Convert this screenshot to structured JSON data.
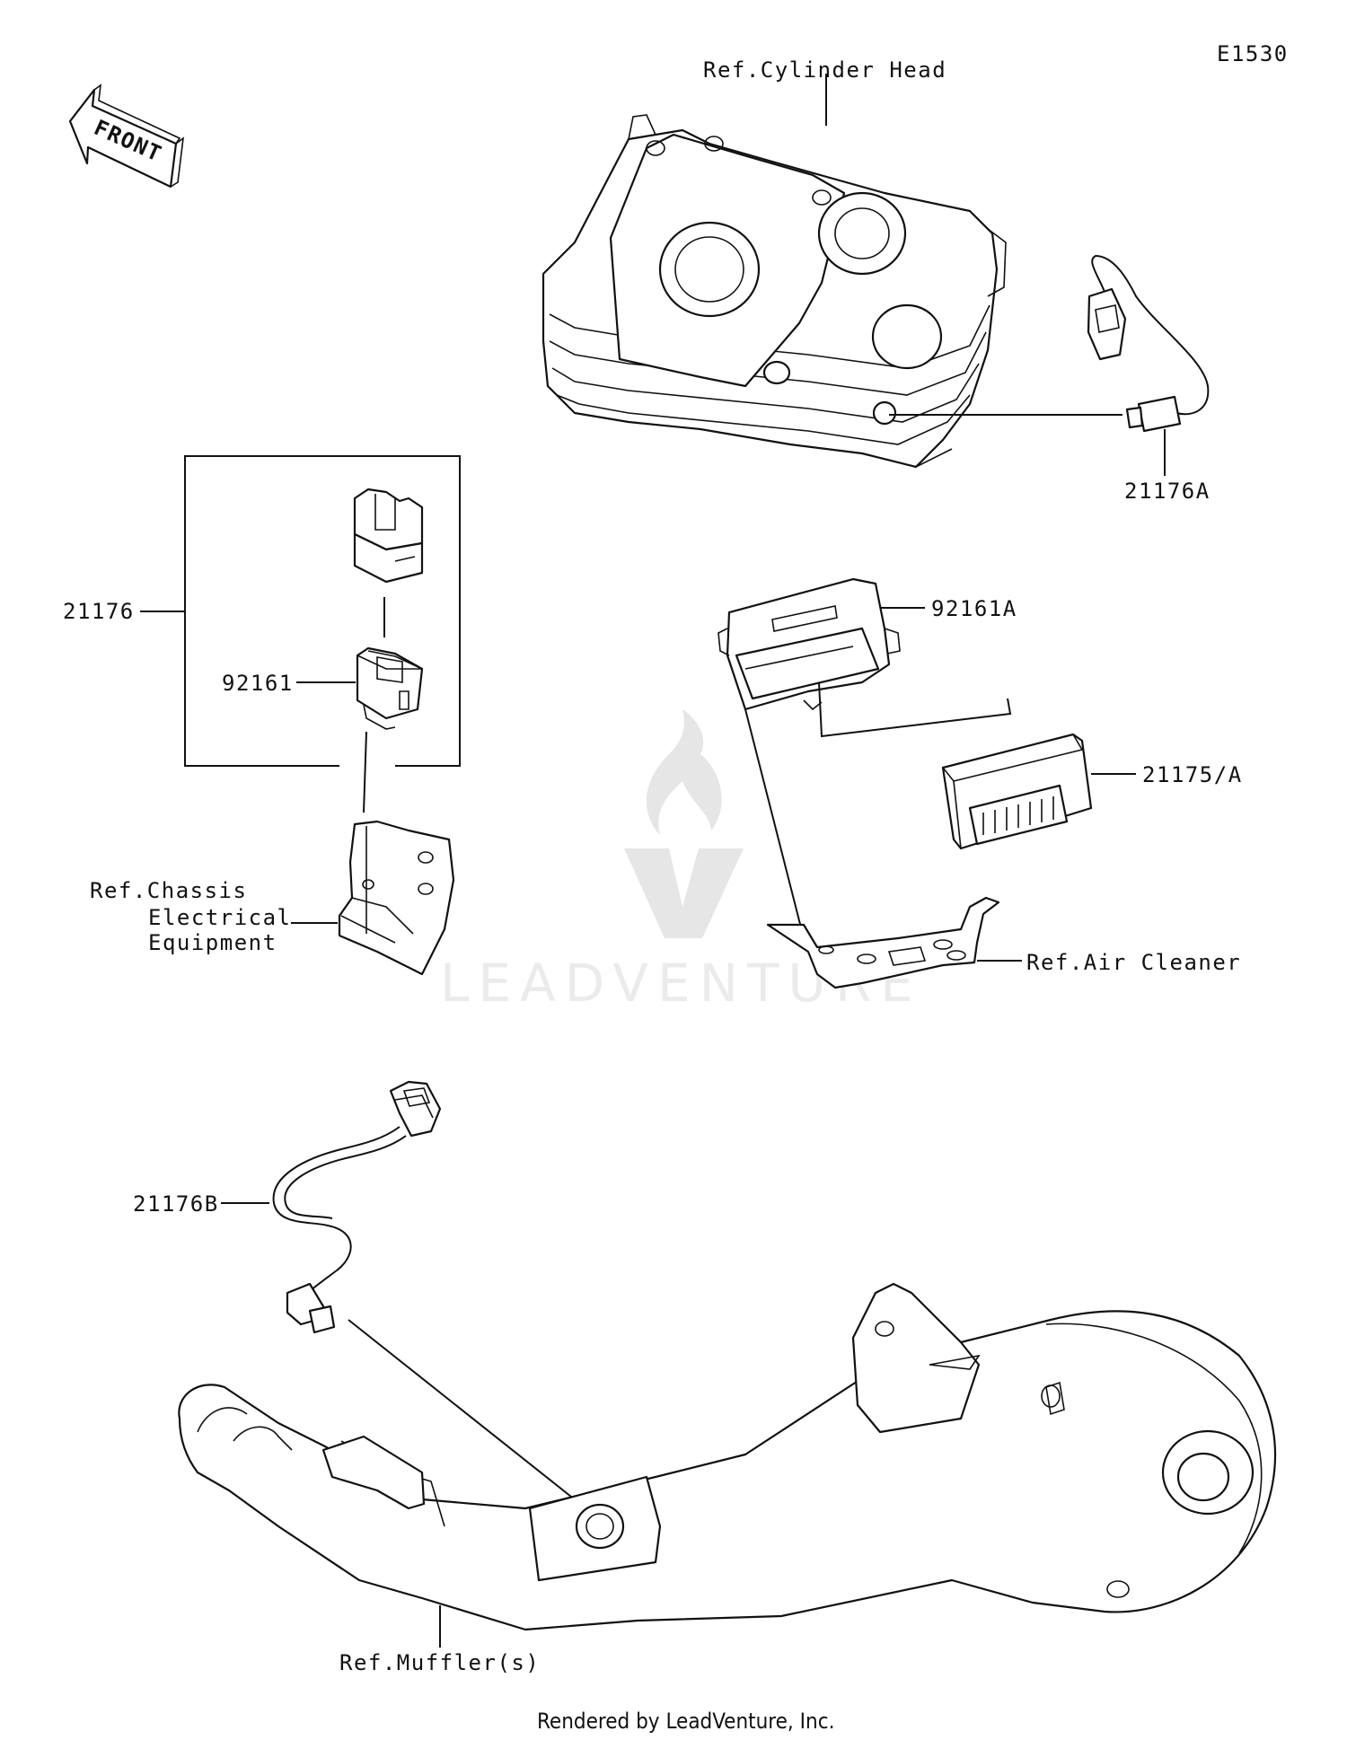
{
  "diagram": {
    "code": "E1530",
    "front_arrow": "FRONT",
    "labels": {
      "cylinder_head": "Ref.Cylinder Head",
      "p21176A": "21176A",
      "p21176": "21176",
      "p92161": "92161",
      "p92161A": "92161A",
      "p21175A": "21175/A",
      "chassis_1": "Ref.Chassis",
      "chassis_2": "Electrical",
      "chassis_3": "Equipment",
      "air_cleaner": "Ref.Air Cleaner",
      "p21176B": "21176B",
      "muffler": "Ref.Muffler(s)"
    },
    "watermark": "LEADVENTURE",
    "footer": "Rendered by LeadVenture, Inc."
  }
}
